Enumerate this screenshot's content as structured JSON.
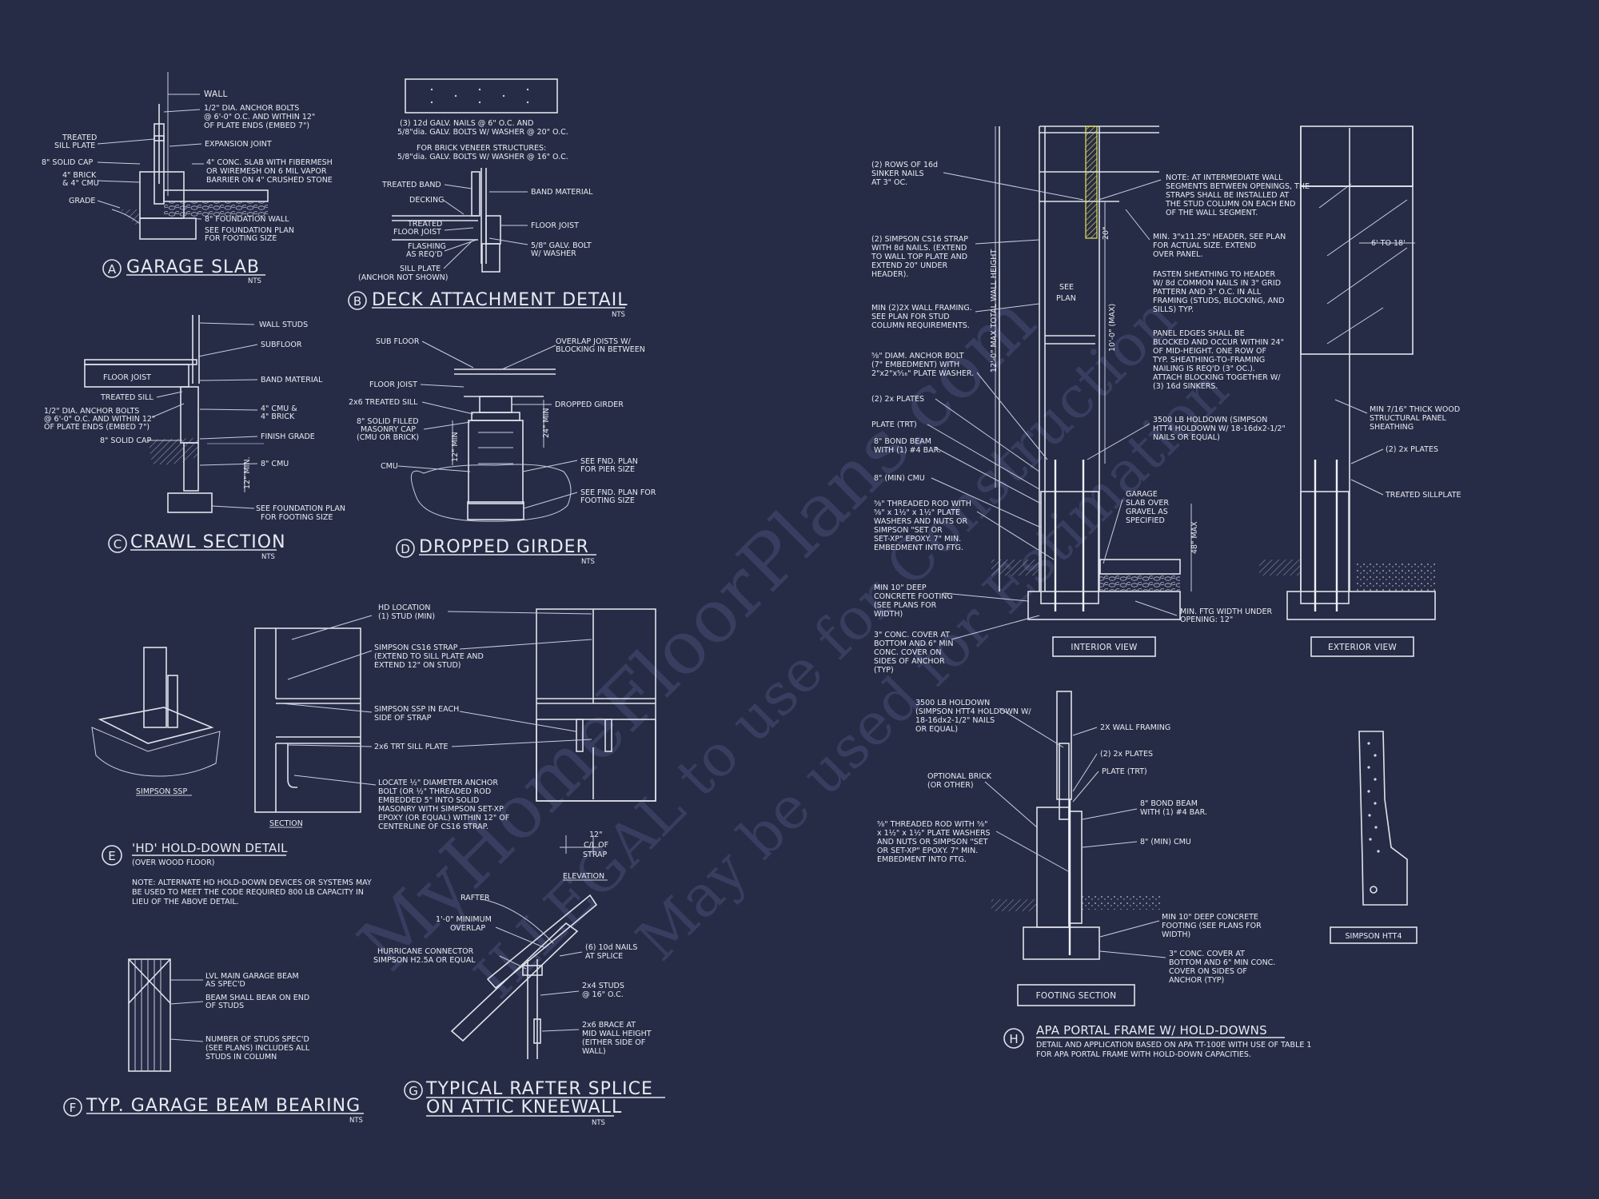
{
  "watermark": {
    "line1": "MyHomeFloorPlans.com",
    "line2": "ILLEGAL to use for Construction",
    "line3": "May be used for Estimation"
  },
  "detail_a": {
    "tag": "A",
    "title": "GARAGE SLAB",
    "nts": "NTS",
    "labels": {
      "wall": "WALL",
      "anchor_1": "1/2\" DIA. ANCHOR BOLTS",
      "anchor_2": "@ 6'-0\" O.C. AND WITHIN 12\"",
      "anchor_3": "OF PLATE ENDS (EMBED 7\")",
      "treated_1": "TREATED",
      "treated_2": "SILL PLATE",
      "exp": "EXPANSION JOINT",
      "solidcap": "8\" SOLID CAP",
      "slab_1": "4\" CONC. SLAB WITH FIBERMESH",
      "slab_2": "OR WIREMESH ON 6 MIL VAPOR",
      "slab_3": "BARRIER ON 4\" CRUSHED STONE",
      "brick_1": "4\" BRICK",
      "brick_2": "& 4\" CMU",
      "grade": "GRADE",
      "fwall": "8\" FOUNDATION WALL",
      "seefp_1": "SEE FOUNDATION PLAN",
      "seefp_2": "FOR FOOTING SIZE"
    }
  },
  "detail_b": {
    "tag": "B",
    "title": "DECK ATTACHMENT DETAIL",
    "nts": "NTS",
    "labels": {
      "nails_1": "(3) 12d GALV. NAILS @ 6\" O.C. AND",
      "nails_2": "5/8\"dia. GALV. BOLTS W/ WASHER @ 20\" O.C.",
      "brick_1": "FOR BRICK VENEER STRUCTURES:",
      "brick_2": "5/8\"dia. GALV. BOLTS W/ WASHER @ 16\" O.C.",
      "tband": "TREATED BAND",
      "decking": "DECKING",
      "bandmat": "BAND MATERIAL",
      "tfj_1": "TREATED",
      "tfj_2": "FLOOR JOIST",
      "fjoist": "FLOOR JOIST",
      "flash_1": "FLASHING",
      "flash_2": "AS REQ'D",
      "bolt_1": "5/8\" GALV. BOLT",
      "bolt_2": "W/ WASHER",
      "sill_1": "SILL PLATE",
      "sill_2": "(ANCHOR NOT SHOWN)"
    }
  },
  "detail_c": {
    "tag": "C",
    "title": "CRAWL SECTION",
    "nts": "NTS",
    "labels": {
      "studs": "WALL STUDS",
      "subfloor": "SUBFLOOR",
      "fjoist": "FLOOR JOIST",
      "band": "BAND MATERIAL",
      "tsill": "TREATED SILL",
      "anchor_1": "1/2\" DIA. ANCHOR BOLTS",
      "anchor_2": "@ 6'-0\" O.C. AND WITHIN 12\"",
      "anchor_3": "OF PLATE ENDS (EMBED 7\")",
      "cmu_1": "4\" CMU &",
      "cmu_2": "4\" BRICK",
      "solidcap": "8\" SOLID CAP",
      "finish": "FINISH GRADE",
      "cmu8": "8\" CMU",
      "min": "12\" MIN.",
      "seefp_1": "SEE FOUNDATION PLAN",
      "seefp_2": "FOR FOOTING SIZE"
    }
  },
  "detail_d": {
    "tag": "D",
    "title": "DROPPED GIRDER",
    "nts": "NTS",
    "labels": {
      "subfloor": "SUB FLOOR",
      "overlap_1": "OVERLAP JOISTS W/",
      "overlap_2": "BLOCKING IN BETWEEN",
      "fjoist": "FLOOR JOIST",
      "tsill": "2x6 TREATED SILL",
      "girder": "DROPPED GIRDER",
      "cap_1": "8\" SOLID FILLED",
      "cap_2": "MASONRY CAP",
      "cap_3": "(CMU OR BRICK)",
      "min12": "12\" MIN",
      "min24": "24\" MIN",
      "cmu": "CMU",
      "pier_1": "SEE FND. PLAN",
      "pier_2": "FOR PIER SIZE",
      "ftg_1": "SEE FND. PLAN FOR",
      "ftg_2": "FOOTING SIZE"
    }
  },
  "detail_e": {
    "tag": "E",
    "title": "'HD' HOLD-DOWN DETAIL",
    "subtitle": "(OVER WOOD FLOOR)",
    "note_1": "NOTE: ALTERNATE HD HOLD-DOWN DEVICES OR SYSTEMS MAY",
    "note_2": "BE USED TO MEET THE CODE REQUIRED 800 LB CAPACITY IN",
    "note_3": "LIEU OF THE ABOVE DETAIL.",
    "labels": {
      "ssp": "SIMPSON SSP",
      "section": "SECTION",
      "elevation": "ELEVATION",
      "hd_1": "HD LOCATION",
      "hd_2": "(1) STUD (MIN)",
      "cs_1": "SIMPSON CS16 STRAP",
      "cs_2": "(EXTEND TO SILL PLATE AND",
      "cs_3": "EXTEND 12\" ON STUD)",
      "sspeach_1": "SIMPSON SSP IN EACH",
      "sspeach_2": "SIDE OF STRAP",
      "trt": "2x6 TRT SILL PLATE",
      "loc_1": "LOCATE ½\" DIAMETER ANCHOR",
      "loc_2": "BOLT (OR ½\" THREADED ROD",
      "loc_3": "EMBEDDED 5\" INTO SOLID",
      "loc_4": "MASONRY WITH SIMPSON SET-XP",
      "loc_5": "EPOXY (OR EQUAL) WITHIN 12\" OF",
      "loc_6": "CENTERLINE OF CS16 STRAP.",
      "dim12": "12\"",
      "cl_1": "C/L OF",
      "cl_2": "STRAP"
    }
  },
  "detail_f": {
    "tag": "F",
    "title": "TYP. GARAGE BEAM BEARING",
    "nts": "NTS",
    "labels": {
      "lvl_1": "LVL MAIN GARAGE BEAM",
      "lvl_2": "AS SPEC'D",
      "bear_1": "BEAM SHALL BEAR ON END",
      "bear_2": "OF STUDS",
      "num_1": "NUMBER OF STUDS SPEC'D",
      "num_2": "(SEE PLANS) INCLUDES ALL",
      "num_3": "STUDS IN COLUMN"
    }
  },
  "detail_g": {
    "tag": "G",
    "title_1": "TYPICAL RAFTER SPLICE",
    "title_2": "ON ATTIC KNEEWALL",
    "nts": "NTS",
    "labels": {
      "rafter": "RAFTER",
      "overlap_1": "1'-0\" MINIMUM",
      "overlap_2": "OVERLAP",
      "hurr_1": "HURRICANE CONNECTOR",
      "hurr_2": "SIMPSON H2.5A OR EQUAL",
      "nails_1": "(6) 10d NAILS",
      "nails_2": "AT SPLICE",
      "studs_1": "2x4 STUDS",
      "studs_2": "@ 16\" O.C.",
      "brace_1": "2x6 BRACE AT",
      "brace_2": "MID WALL HEIGHT",
      "brace_3": "(EITHER SIDE OF",
      "brace_4": "WALL)"
    }
  },
  "detail_h": {
    "tag": "H",
    "title": "APA PORTAL FRAME W/ HOLD-DOWNS",
    "desc_1": "DETAIL AND APPLICATION BASED ON APA TT-100E WITH USE OF TABLE 1",
    "desc_2": "FOR APA PORTAL FRAME WITH HOLD-DOWN CAPACITIES.",
    "left": {
      "sinker_1": "(2) ROWS OF 16d",
      "sinker_2": "SINKER NAILS",
      "sinker_3": "AT 3\" OC.",
      "cs_1": "(2) SIMPSON CS16 STRAP",
      "cs_2": "WITH 8d NAILS. (EXTEND",
      "cs_3": "TO WALL TOP PLATE AND",
      "cs_4": "EXTEND 20\" UNDER",
      "cs_5": "HEADER).",
      "framing_1": "MIN (2)2X WALL FRAMING.",
      "framing_2": "SEE PLAN FOR STUD",
      "framing_3": "COLUMN REQUIREMENTS.",
      "anchor_1": "⅝\" DIAM. ANCHOR BOLT",
      "anchor_2": "(7\" EMBEDMENT) WITH",
      "anchor_3": "2\"x2\"x⁵⁄₁₆\" PLATE WASHER.",
      "plates": "(2) 2x PLATES",
      "plate_trt": "PLATE (TRT)",
      "bond_1": "8\" BOND BEAM",
      "bond_2": "WITH (1) #4 BAR.",
      "cmu": "8\" (MIN) CMU",
      "rod_1": "⅝\" THREADED ROD WITH",
      "rod_2": "⅝\" x 1½\" x 1½\" PLATE",
      "rod_3": "WASHERS AND NUTS OR",
      "rod_4": "SIMPSON \"SET OR",
      "rod_5": "SET-XP\" EPOXY.  7\" MIN.",
      "rod_6": "EMBEDMENT INTO FTG.",
      "ftg_1": "MIN 10\" DEEP",
      "ftg_2": "CONCRETE FOOTING",
      "ftg_3": "(SEE PLANS FOR",
      "ftg_4": "WIDTH)",
      "cover_1": "3\" CONC. COVER AT",
      "cover_2": "BOTTOM AND 6\" MIN",
      "cover_3": "CONC. COVER ON",
      "cover_4": "SIDES OF ANCHOR",
      "cover_5": "(TYP)"
    },
    "center": {
      "note_1": "NOTE: AT INTERMEDIATE WALL",
      "note_2": "SEGMENTS BETWEEN OPENINGS, THE",
      "note_3": "STRAPS SHALL BE INSTALLED AT",
      "note_4": "THE STUD COLUMN ON EACH END",
      "note_5": "OF THE WALL SEGMENT.",
      "header_1": "MIN. 3\"x11.25\" HEADER, SEE PLAN",
      "header_2": "FOR ACTUAL SIZE. EXTEND",
      "header_3": "OVER PANEL.",
      "fasten_1": "FASTEN SHEATHING TO HEADER",
      "fasten_2": "W/ 8d COMMON NAILS IN 3\" GRID",
      "fasten_3": "PATTERN AND 3\" O.C. IN ALL",
      "fasten_4": "FRAMING (STUDS, BLOCKING, AND",
      "fasten_5": "SILLS) TYP.",
      "panel_1": "PANEL EDGES SHALL BE",
      "panel_2": "BLOCKED AND OCCUR WITHIN 24\"",
      "panel_3": "OF MID-HEIGHT.  ONE ROW OF",
      "panel_4": "TYP. SHEATHING-TO-FRAMING",
      "panel_5": "NAILING IS REQ'D (3\" OC.).",
      "panel_6": "ATTACH BLOCKING TOGETHER W/",
      "panel_7": "(3) 16d SINKERS.",
      "hold_1": "3500 LB HOLDOWN (SIMPSON",
      "hold_2": "HTT4 HOLDOWN W/ 18-16dx2-1/2\"",
      "hold_3": "NAILS OR EQUAL)",
      "garage_1": "GARAGE",
      "garage_2": "SLAB OVER",
      "garage_3": "GRAVEL AS",
      "garage_4": "SPECIFIED",
      "dim20": "20\"",
      "see_1": "SEE",
      "see_2": "PLAN",
      "maxh": "12'-0\" MAX TOTAL WALL HEIGHT",
      "max10": "10'-0\" (MAX)",
      "max48": "48\" MAX",
      "minftg_1": "MIN. FTG WIDTH UNDER",
      "minftg_2": "OPENING: 12\"",
      "interior": "INTERIOR VIEW"
    },
    "right": {
      "range": "6' TO 18'",
      "min_1": "MIN 7/16\" THICK WOOD",
      "min_2": "STRUCTURAL PANEL",
      "min_3": "SHEATHING",
      "plates": "(2) 2x PLATES",
      "sill": "TREATED SILLPLATE",
      "exterior": "EXTERIOR VIEW"
    },
    "footing": {
      "hold_1": "3500 LB HOLDOWN",
      "hold_2": "(SIMPSON HTT4 HOLDOWN W/",
      "hold_3": "18-16dx2-1/2\" NAILS",
      "hold_4": "OR EQUAL)",
      "framing": "2X WALL FRAMING",
      "plates": "(2) 2x PLATES",
      "plate": "PLATE (TRT)",
      "brick_1": "OPTIONAL BRICK",
      "brick_2": "(OR OTHER)",
      "bond_1": "8\" BOND BEAM",
      "bond_2": "WITH (1) #4 BAR.",
      "cmu": "8\" (MIN) CMU",
      "rod_1": "⅝\" THREADED ROD WITH ⅝\"",
      "rod_2": "x 1½\" x 1½\" PLATE WASHERS",
      "rod_3": "AND NUTS OR SIMPSON \"SET",
      "rod_4": "OR SET-XP\" EPOXY.  7\" MIN.",
      "rod_5": "EMBEDMENT INTO FTG.",
      "ftg_1": "MIN 10\" DEEP CONCRETE",
      "ftg_2": "FOOTING (SEE PLANS FOR",
      "ftg_3": "WIDTH)",
      "cover_1": "3\" CONC. COVER AT",
      "cover_2": "BOTTOM AND 6\" MIN CONC.",
      "cover_3": "COVER ON SIDES OF",
      "cover_4": "ANCHOR (TYP)",
      "label": "FOOTING SECTION",
      "htt4": "SIMPSON HTT4"
    }
  }
}
